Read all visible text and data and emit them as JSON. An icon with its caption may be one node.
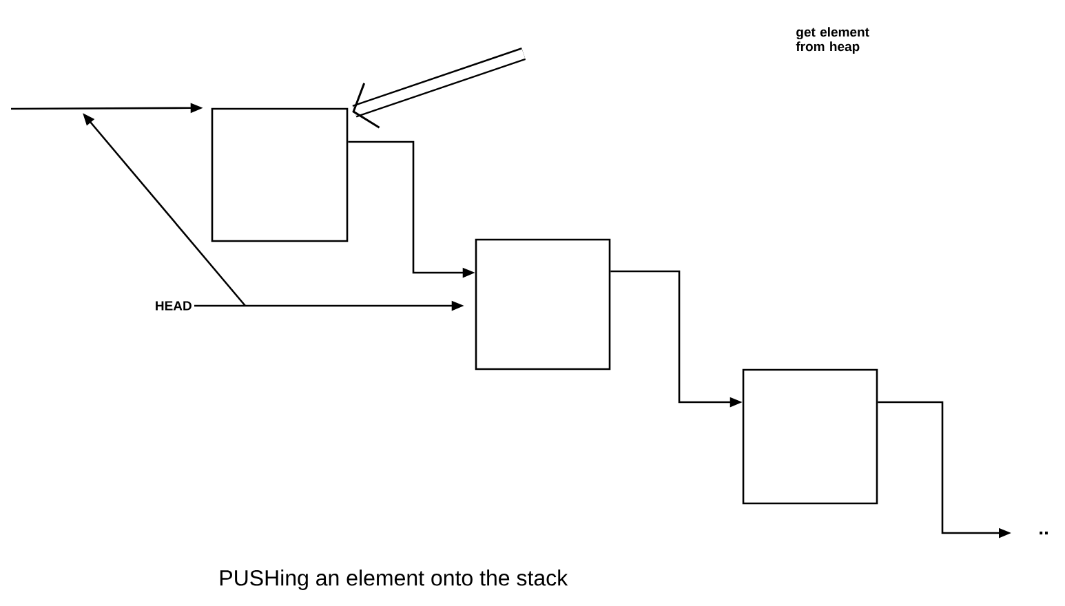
{
  "diagram": {
    "caption": "PUSHing an element onto the stack",
    "nodes": [
      {
        "text": [],
        "shape": "box"
      },
      {
        "text": [],
        "shape": "box"
      },
      {
        "text": [],
        "shape": "box"
      },
      {
        "text": [
          "HEAD"
        ]
      },
      {
        "text": [
          ".."
        ]
      }
    ],
    "edges": [
      {
        "from": null,
        "to": 0,
        "arrow": "to"
      },
      {
        "from": 0,
        "to": 1,
        "arrow": "to"
      },
      {
        "from": 1,
        "to": 2,
        "arrow": "to"
      },
      {
        "from": 2,
        "to": 4,
        "arrow": "to"
      },
      {
        "from": 3,
        "to": 1,
        "arrow": "to"
      },
      {
        "from": 3,
        "to": null,
        "arrow": "to"
      },
      {
        "from": null,
        "to": 0,
        "arrow": "to",
        "style": "thick"
      }
    ],
    "labels": [
      "get element from heap"
    ]
  }
}
